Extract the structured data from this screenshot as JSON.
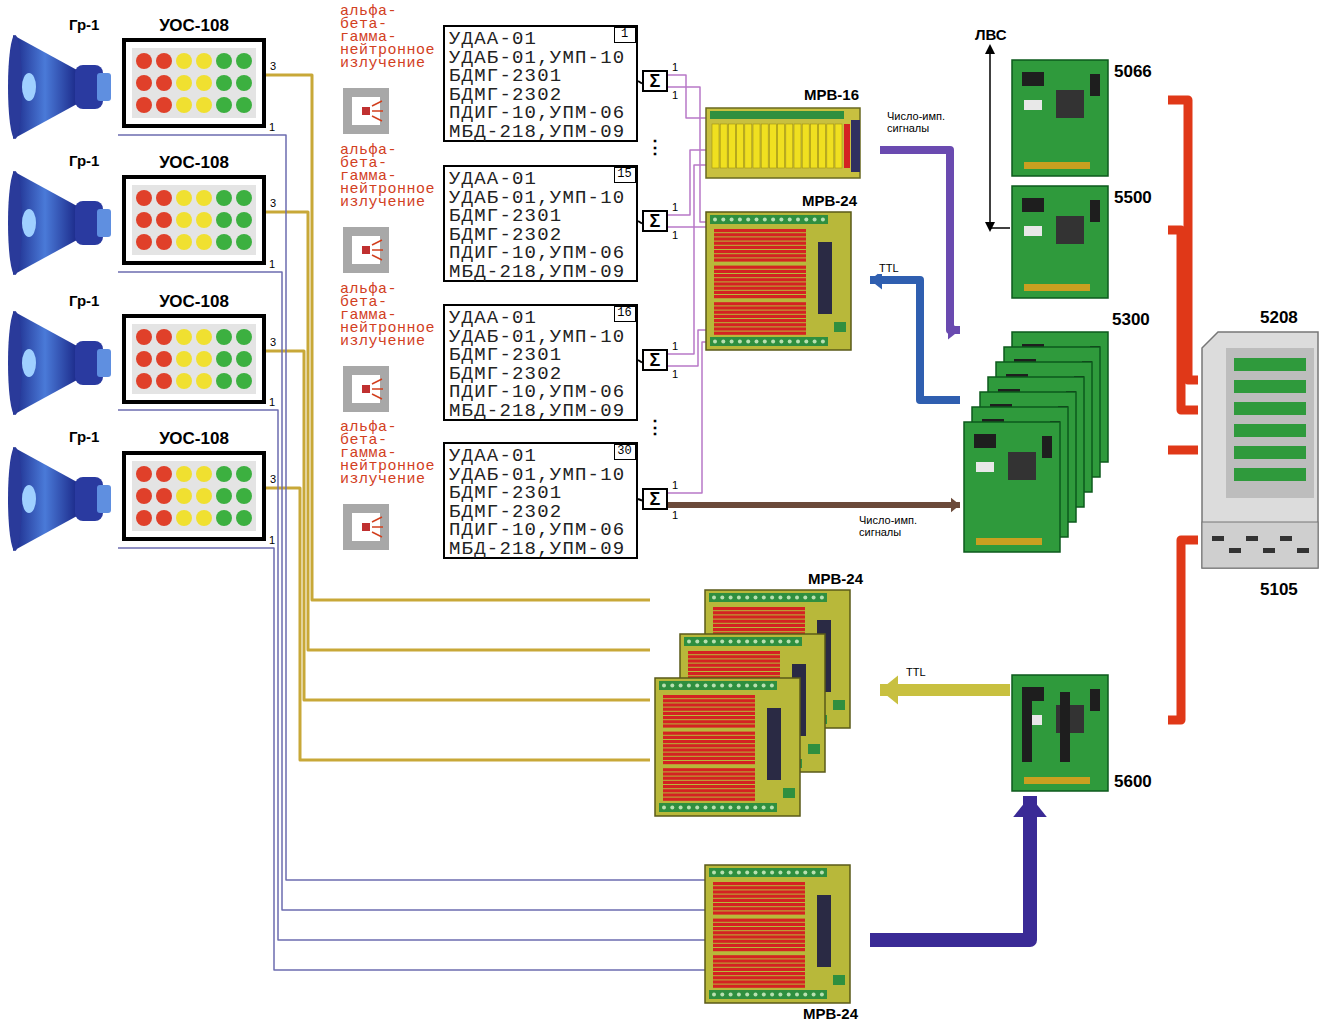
{
  "diagram": {
    "nodes": [
      {
        "text": [
          "Гр-1"
        ]
      },
      {
        "text": [
          "УОС-108"
        ]
      },
      {
        "text": [
          "Гр-1"
        ]
      },
      {
        "text": [
          "УОС-108"
        ]
      },
      {
        "text": [
          "Гр-1"
        ]
      },
      {
        "text": [
          "УОС-108"
        ]
      },
      {
        "text": [
          "Гр-1"
        ]
      },
      {
        "text": [
          "УОС-108"
        ]
      },
      {
        "text": [
          "УДАА-01",
          "УДАБ-01,УМП-10",
          "БДМГ-2301",
          "БДМГ-2302",
          "ПДИГ-10,УПМ-06",
          "МБД-218,УПМ-09"
        ]
      },
      {
        "text": [
          "1"
        ],
        "in": 8
      },
      {
        "text": [
          "УДАА-01",
          "УДАБ-01,УМП-10",
          "БДМГ-2301",
          "БДМГ-2302",
          "ПДИГ-10,УПМ-06",
          "МБД-218,УПМ-09"
        ]
      },
      {
        "text": [
          "15"
        ],
        "in": 10
      },
      {
        "text": [
          "УДАА-01",
          "УДАБ-01,УМП-10",
          "БДМГ-2301",
          "БДМГ-2302",
          "ПДИГ-10,УПМ-06",
          "МБД-218,УПМ-09"
        ]
      },
      {
        "text": [
          "16"
        ],
        "in": 12
      },
      {
        "text": [
          "УДАА-01",
          "УДАБ-01,УМП-10",
          "БДМГ-2301",
          "БДМГ-2302",
          "ПДИГ-10,УПМ-06",
          "МБД-218,УПМ-09"
        ]
      },
      {
        "text": [
          "30"
        ],
        "in": 14
      },
      {
        "text": [
          "Σ"
        ]
      },
      {
        "text": [
          "Σ"
        ]
      },
      {
        "text": [
          "Σ"
        ]
      },
      {
        "text": [
          "Σ"
        ]
      },
      {
        "text": [
          "МРВ-16"
        ]
      },
      {
        "text": [
          "МРВ-24"
        ]
      },
      {
        "text": [
          "МРВ-24"
        ]
      },
      {
        "text": [
          "МРВ-24"
        ]
      },
      {
        "text": [
          "5066"
        ]
      },
      {
        "text": [
          "5500"
        ]
      },
      {
        "text": [
          "5300"
        ]
      },
      {
        "text": [
          "5600"
        ]
      },
      {
        "text": [
          "5208",
          "5105"
        ]
      }
    ],
    "edges": [
      {
        "from": 1,
        "to": 22,
        "arrow": "none",
        "label": "3"
      },
      {
        "from": 3,
        "to": 22,
        "arrow": "none",
        "label": "3"
      },
      {
        "from": 5,
        "to": 22,
        "arrow": "none",
        "label": "3"
      },
      {
        "from": 7,
        "to": 22,
        "arrow": "none",
        "label": "3"
      },
      {
        "from": 0,
        "to": 23,
        "arrow": "none",
        "label": "1"
      },
      {
        "from": 2,
        "to": 23,
        "arrow": "none",
        "label": "1"
      },
      {
        "from": 4,
        "to": 23,
        "arrow": "none",
        "label": "1"
      },
      {
        "from": 6,
        "to": 23,
        "arrow": "none",
        "label": "1"
      },
      {
        "from": 8,
        "to": 16,
        "arrow": "none"
      },
      {
        "from": 10,
        "to": 17,
        "arrow": "none"
      },
      {
        "from": 12,
        "to": 18,
        "arrow": "none"
      },
      {
        "from": 14,
        "to": 19,
        "arrow": "none"
      },
      {
        "from": 16,
        "to": 20,
        "arrow": "none",
        "label": "1"
      },
      {
        "from": 16,
        "to": 21,
        "arrow": "none",
        "label": "1"
      },
      {
        "from": 17,
        "to": 20,
        "arrow": "none",
        "label": "1"
      },
      {
        "from": 17,
        "to": 21,
        "arrow": "none",
        "label": "1"
      },
      {
        "from": 18,
        "to": 20,
        "arrow": "none",
        "label": "1"
      },
      {
        "from": 18,
        "to": 21,
        "arrow": "none",
        "label": "1"
      },
      {
        "from": 19,
        "to": 21,
        "arrow": "none",
        "label": "1"
      },
      {
        "from": 19,
        "to": 26,
        "arrow": "to",
        "label": "1"
      },
      {
        "from": 20,
        "to": 26,
        "arrow": "to",
        "label": "Число-имп. сигналы"
      },
      {
        "from": 26,
        "to": 21,
        "arrow": "to",
        "label": "TTL"
      },
      {
        "from": 27,
        "to": 22,
        "arrow": "to",
        "label": "TTL"
      },
      {
        "from": 23,
        "to": 27,
        "arrow": "to"
      },
      {
        "from": 24,
        "to": 28,
        "arrow": "none"
      },
      {
        "from": 25,
        "to": 28,
        "arrow": "none"
      },
      {
        "from": 26,
        "to": 28,
        "arrow": "none"
      },
      {
        "from": 27,
        "to": 28,
        "arrow": "none"
      }
    ],
    "labels": [
      "ЛВС",
      "альфа- бета- гамма- нейтронное излучение",
      "альфа- бета- гамма- нейтронное излучение",
      "альфа- бета- гамма- нейтронное излучение",
      "альфа- бета- гамма- нейтронное излучение",
      "Число-имп. сигналы",
      "⋮",
      "⋮"
    ]
  }
}
